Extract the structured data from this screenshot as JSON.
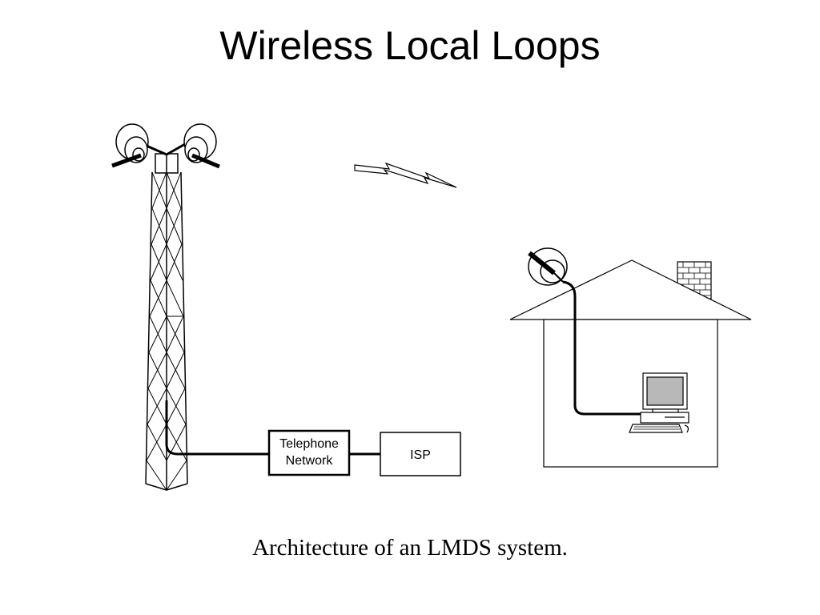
{
  "slide": {
    "title": "Wireless Local Loops",
    "caption": "Architecture of an LMDS system."
  },
  "diagram": {
    "telephone_network": {
      "line1": "Telephone",
      "line2": "Network"
    },
    "isp": {
      "label": "ISP"
    }
  }
}
